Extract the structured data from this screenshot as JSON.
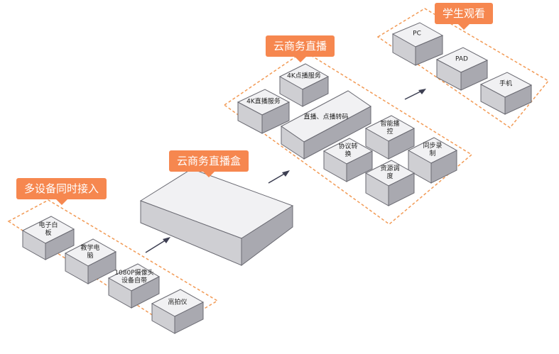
{
  "groups": {
    "multi_device": {
      "title": "多设备同时接入",
      "items": [
        "电子白\n板",
        "教学电\n脑",
        "1080P摄像头\n设备自带",
        "高拍仪"
      ]
    },
    "box": {
      "title": "云商务直播盒"
    },
    "live": {
      "title": "云商务直播",
      "items": [
        "4K点播服务",
        "4K直播服务",
        "直播、点播转码",
        "智能播\n控",
        "协议转\n换",
        "同步录\n制",
        "资源调\n度"
      ]
    },
    "student": {
      "title": "学生观看",
      "items": [
        "PC",
        "PAD",
        "手机"
      ]
    }
  },
  "colors": {
    "accent": "#f6874f",
    "border": "#f29a55",
    "top": "#f1f1f3",
    "left": "#cfcfd3",
    "right": "#a9a9b0",
    "stroke": "#6a6a72",
    "arrow": "#3d3f52"
  }
}
